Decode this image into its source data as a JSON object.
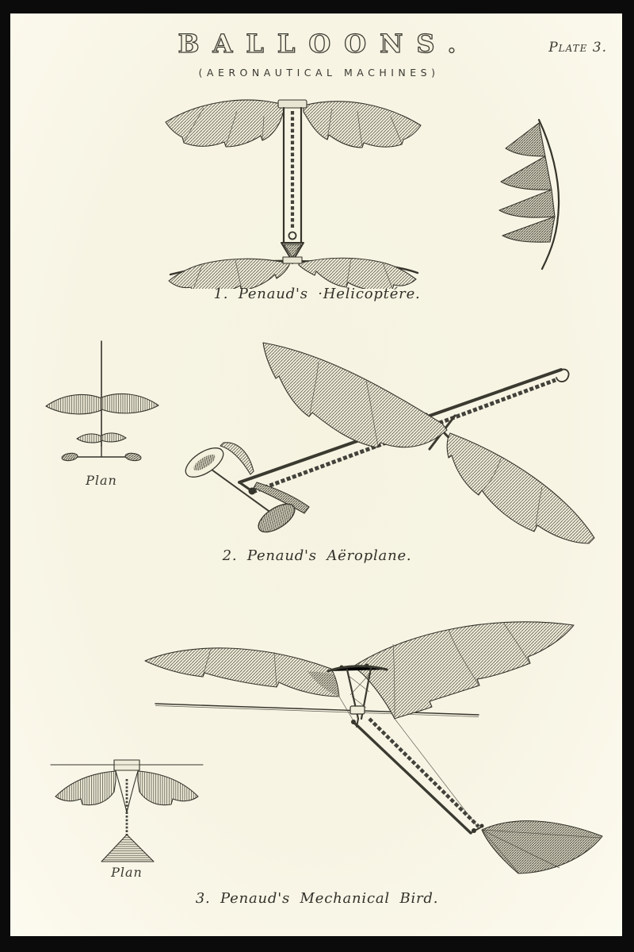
{
  "plate": {
    "title": "BALLOONS.",
    "subtitle": "(AERONAUTICAL MACHINES)",
    "plate_number": "Plate 3.",
    "figures": [
      {
        "caption": "1. Penaud's ·Helicoptére."
      },
      {
        "caption": "2. Penaud's Aëroplane."
      },
      {
        "caption": "3. Penaud's Mechanical Bird."
      }
    ],
    "plan_label_aeroplane": "Plan",
    "plan_label_bird": "Plan",
    "colors": {
      "paper": "#f7f4e3",
      "ink": "#35342b",
      "frame": "#0b0b0b"
    }
  }
}
